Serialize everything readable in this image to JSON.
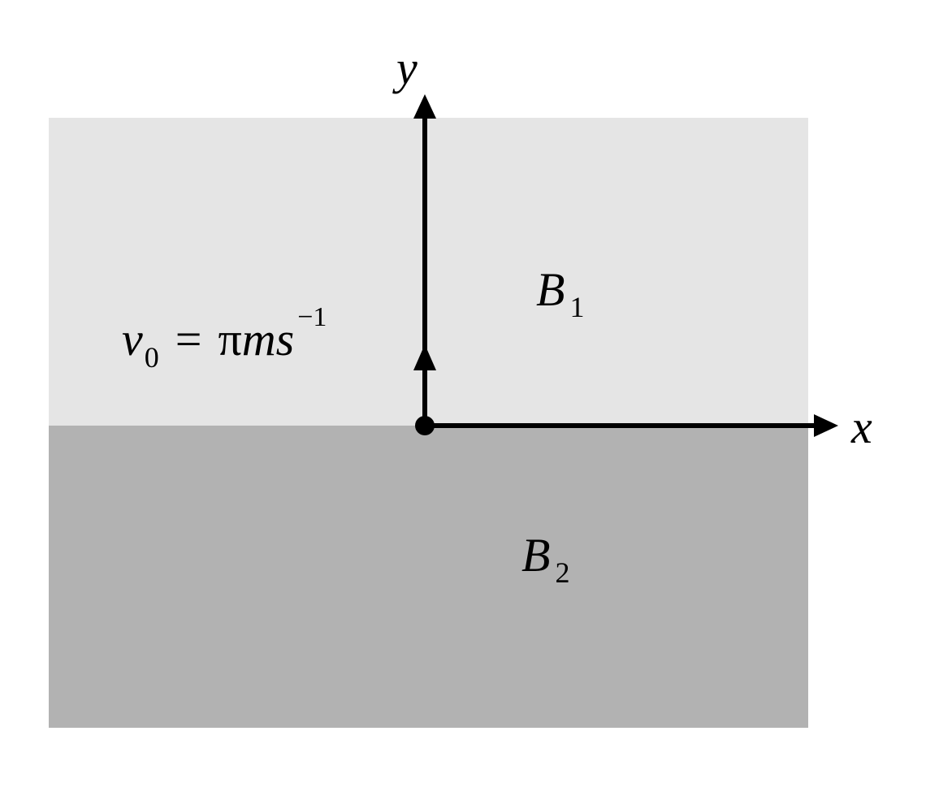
{
  "regions": {
    "upper": {
      "label_main": "B",
      "label_sub": "1",
      "fill": "#e5e5e5"
    },
    "lower": {
      "label_main": "B",
      "label_sub": "2",
      "fill": "#b2b2b2"
    }
  },
  "axes": {
    "x_label": "x",
    "y_label": "y",
    "color": "#000000"
  },
  "velocity": {
    "symbol": "v",
    "subscript": "0",
    "equals": "=",
    "pi": "π",
    "units": "ms",
    "exponent": "−1"
  }
}
